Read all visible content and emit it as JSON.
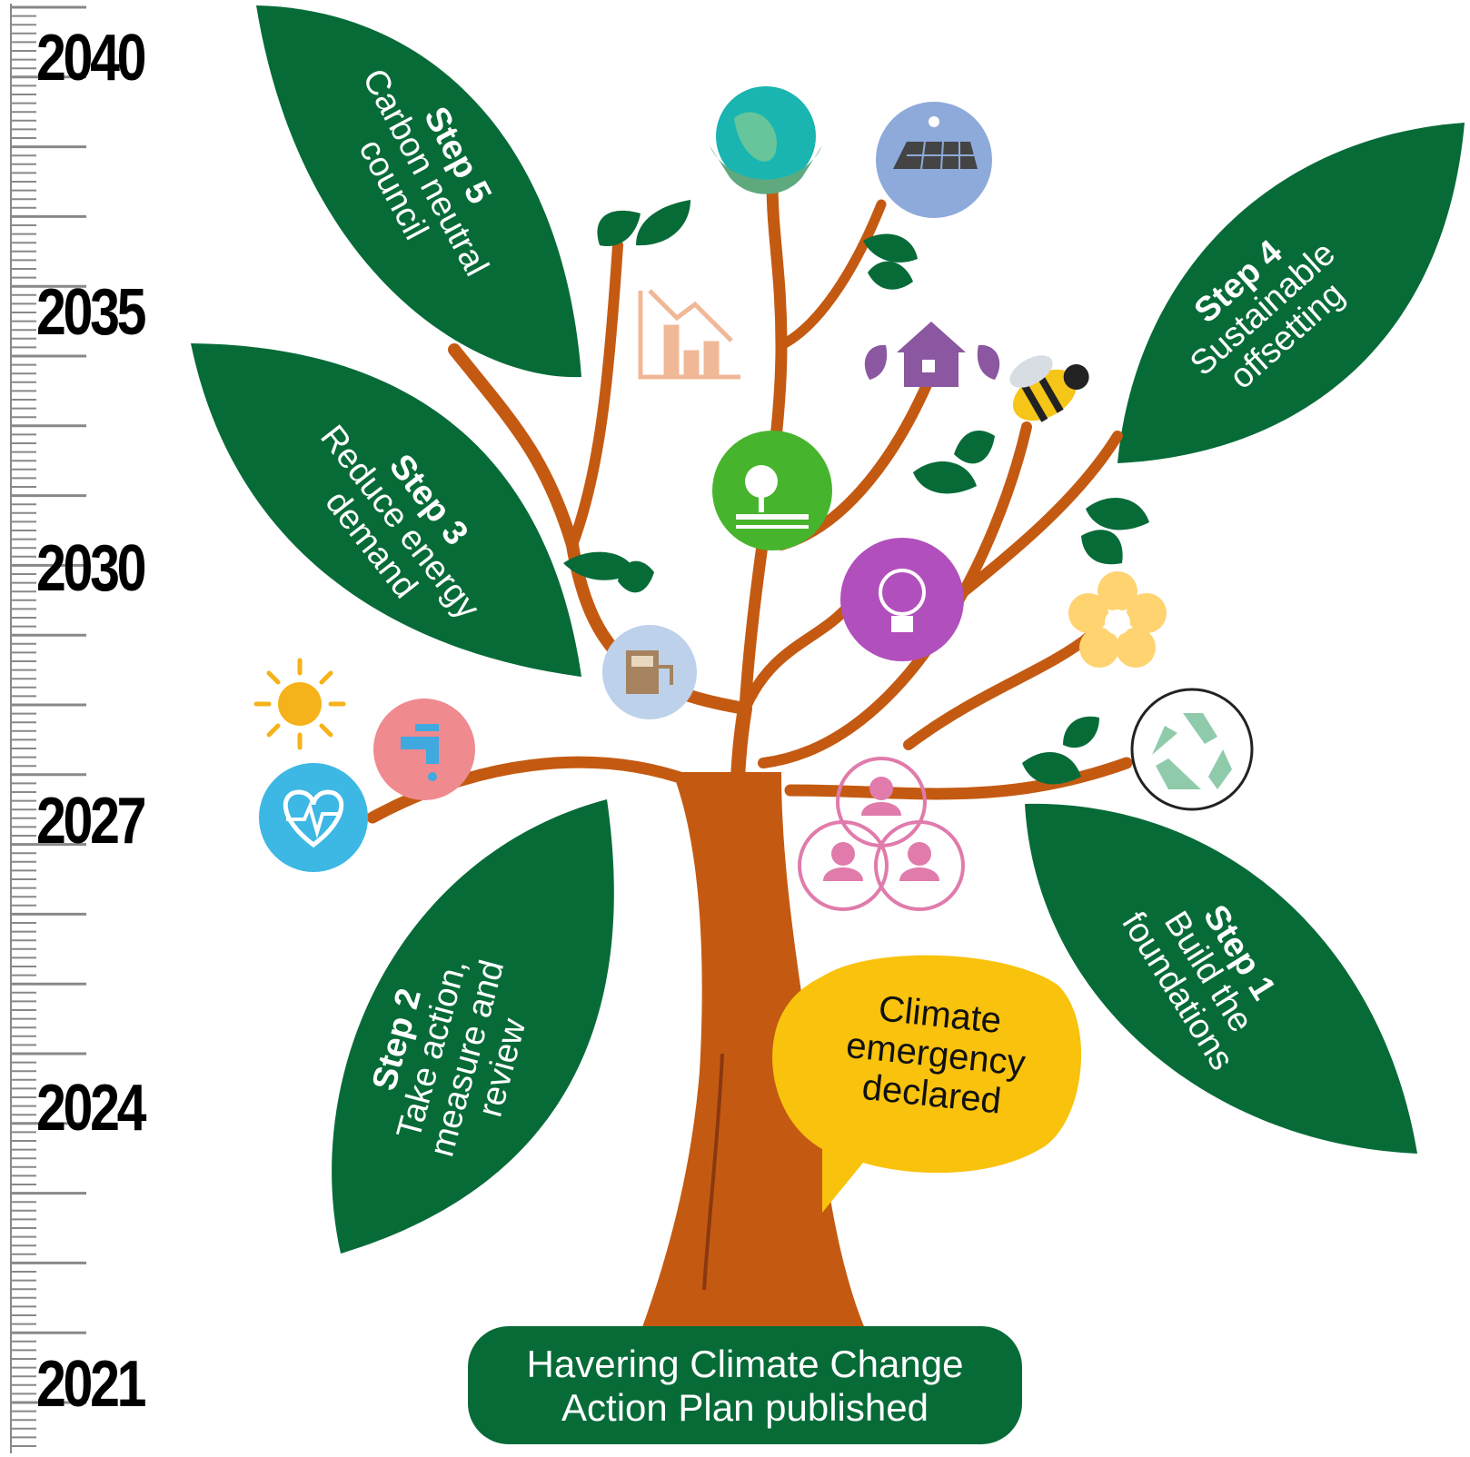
{
  "timeline": {
    "years": [
      "2040",
      "2035",
      "2030",
      "2027",
      "2024",
      "2021"
    ]
  },
  "steps": [
    {
      "step": "Step 1",
      "lines": [
        "Build the",
        "foundations"
      ]
    },
    {
      "step": "Step 2",
      "lines": [
        "Take action,",
        "measure and",
        "review"
      ]
    },
    {
      "step": "Step 3",
      "lines": [
        "Reduce energy",
        "demand"
      ]
    },
    {
      "step": "Step 4",
      "lines": [
        "Sustainable",
        "offsetting"
      ]
    },
    {
      "step": "Step 5",
      "lines": [
        "Carbon neutral",
        "council"
      ]
    }
  ],
  "callout": {
    "lines": [
      "Climate",
      "emergency",
      "declared"
    ]
  },
  "base": {
    "lines": [
      "Havering Climate Change",
      "Action Plan published"
    ]
  },
  "icons": [
    "sun-icon",
    "tap-water-icon",
    "heart-health-icon",
    "ev-charger-icon",
    "chart-decline-icon",
    "globe-hands-icon",
    "solar-panel-icon",
    "eco-house-icon",
    "bee-icon",
    "tree-landscape-icon",
    "lightbulb-brain-icon",
    "flower-icon",
    "community-icon",
    "recycle-icon"
  ],
  "colors": {
    "leaf": "#076b38",
    "trunk": "#c45a12",
    "callout": "#f9c20c",
    "ruler": "#888888"
  }
}
